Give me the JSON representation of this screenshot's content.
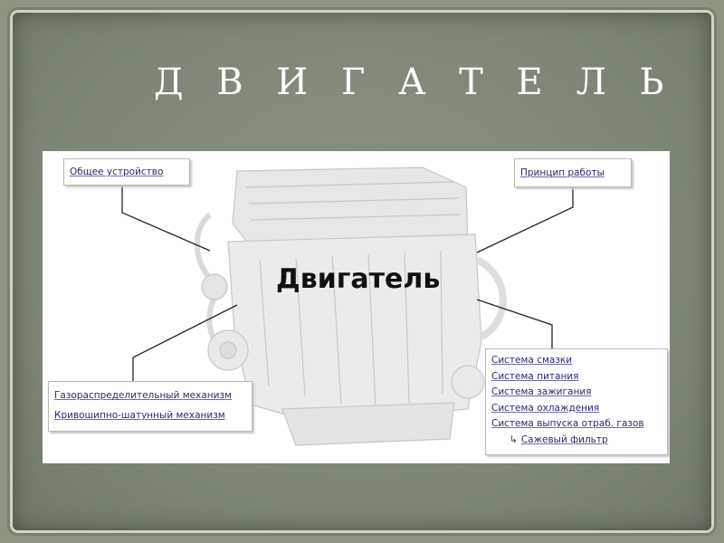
{
  "slide": {
    "title": "Д В И Г А Т Е Л Ь"
  },
  "diagram": {
    "center_label": "Двигатель",
    "general": "Общее устройство",
    "principle": "Принцип работы",
    "mechanisms": [
      "Газораспределительный механизм",
      "Кривошипно-шатунный механизм"
    ],
    "systems": [
      "Система смазки",
      "Система питания",
      "Система зажигания",
      "Система охлаждения",
      "Система выпуска отраб. газов"
    ],
    "systems_sub": "Сажевый фильтр"
  },
  "colors": {
    "slide_bg": "#7c8575",
    "link_text": "#2a2a6a",
    "title_text": "#ffffff"
  }
}
